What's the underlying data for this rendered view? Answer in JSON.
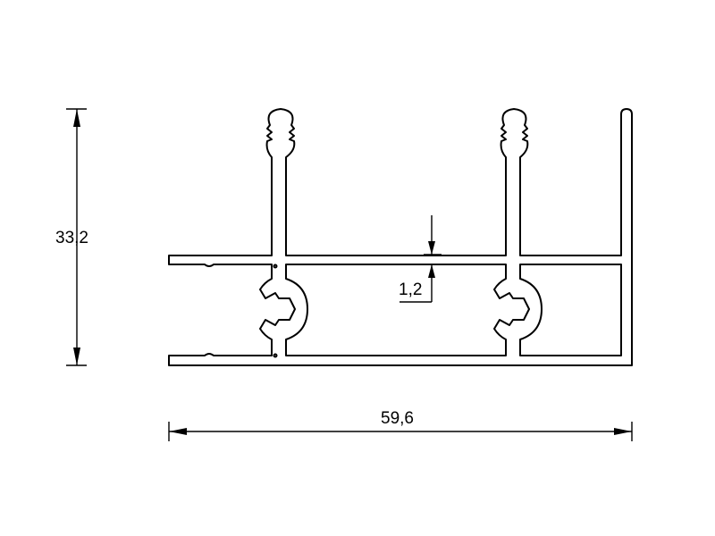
{
  "dimensions": {
    "height_label": "33,2",
    "width_label": "59,6",
    "wall_thickness_label": "1,2"
  },
  "colors": {
    "line": "#000000",
    "background": "#ffffff"
  }
}
